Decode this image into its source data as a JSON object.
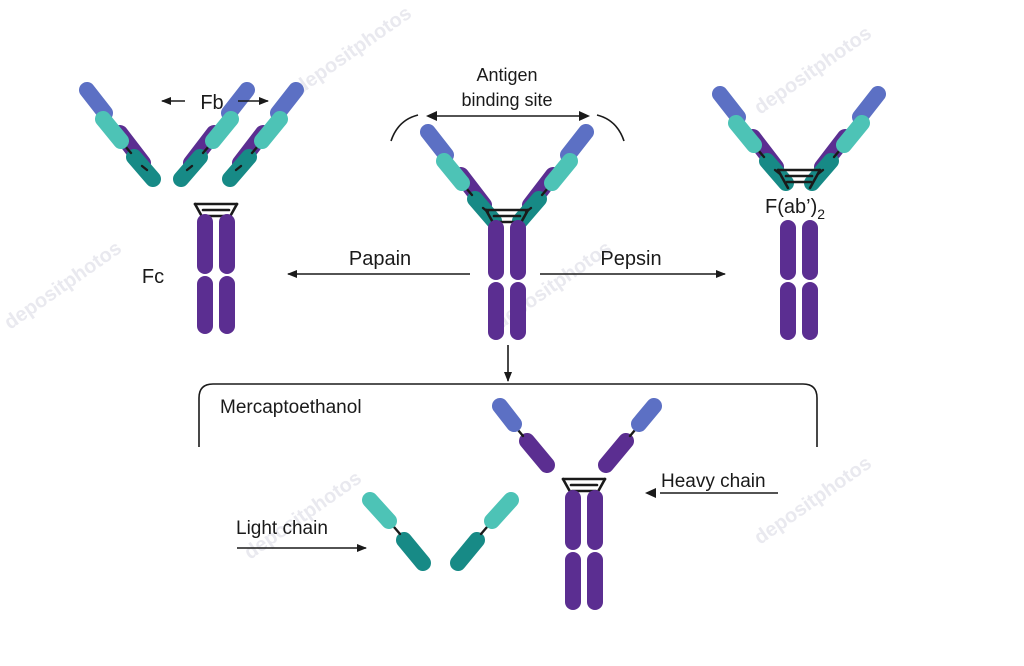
{
  "colors": {
    "heavy_constant": "#5b2e91",
    "heavy_variable": "#5c70c4",
    "light_variable": "#4dc3b6",
    "light_constant": "#178a86",
    "line": "#1a1a1a",
    "background": "#ffffff"
  },
  "labels": {
    "fb": "Fb",
    "fc": "Fc",
    "antigen_line1": "Antigen",
    "antigen_line2": "binding site",
    "papain": "Papain",
    "pepsin": "Pepsin",
    "fab2_main": "F(ab’)",
    "fab2_sub": "2",
    "mercaptoethanol": "Mercaptoethanol",
    "heavy_chain": "Heavy chain",
    "light_chain": "Light chain"
  },
  "watermark": "depositphotos"
}
